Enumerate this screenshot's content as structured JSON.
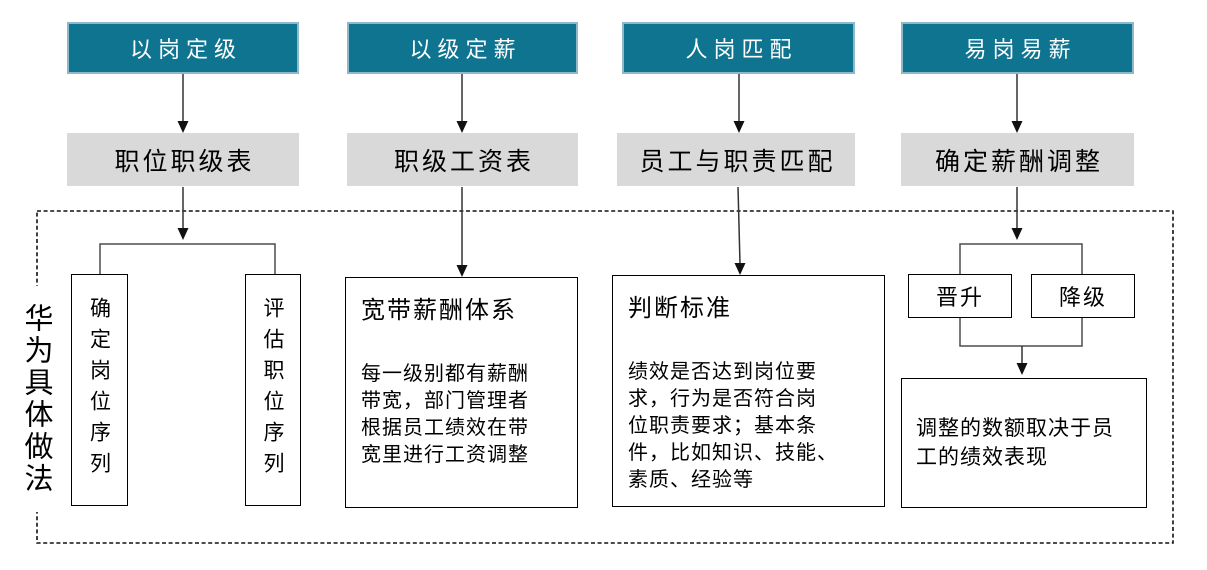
{
  "side_label": "华为具体做法",
  "colors": {
    "header_bg": "#0F7490",
    "header_border": "#8FB9CB",
    "header_text": "#FFFFFF",
    "subheader_bg": "#D9D9D9",
    "box_border": "#000000",
    "connector_line": "#333333",
    "dashed_frame": "#111111"
  },
  "columns": [
    {
      "header": "以岗定级",
      "sub": "职位职级表",
      "seq_boxes": [
        "确定岗位序列",
        "评估职位序列"
      ]
    },
    {
      "header": "以级定薪",
      "sub": "职级工资表",
      "box": {
        "title": "宽带薪酬体系",
        "body": "每一级别都有薪酬\n带宽，部门管理者\n根据员工绩效在带\n宽里进行工资调整"
      }
    },
    {
      "header": "人岗匹配",
      "sub": "员工与职责匹配",
      "box": {
        "title": "判断标准",
        "body": "绩效是否达到岗位要\n求，行为是否符合岗\n位职责要求；基本条\n件，比如知识、技能、\n素质、经验等"
      }
    },
    {
      "header": "易岗易薪",
      "sub": "确定薪酬调整",
      "options": [
        "晋升",
        "降级"
      ],
      "result": "调整的数额取决于员\n工的绩效表现"
    }
  ]
}
